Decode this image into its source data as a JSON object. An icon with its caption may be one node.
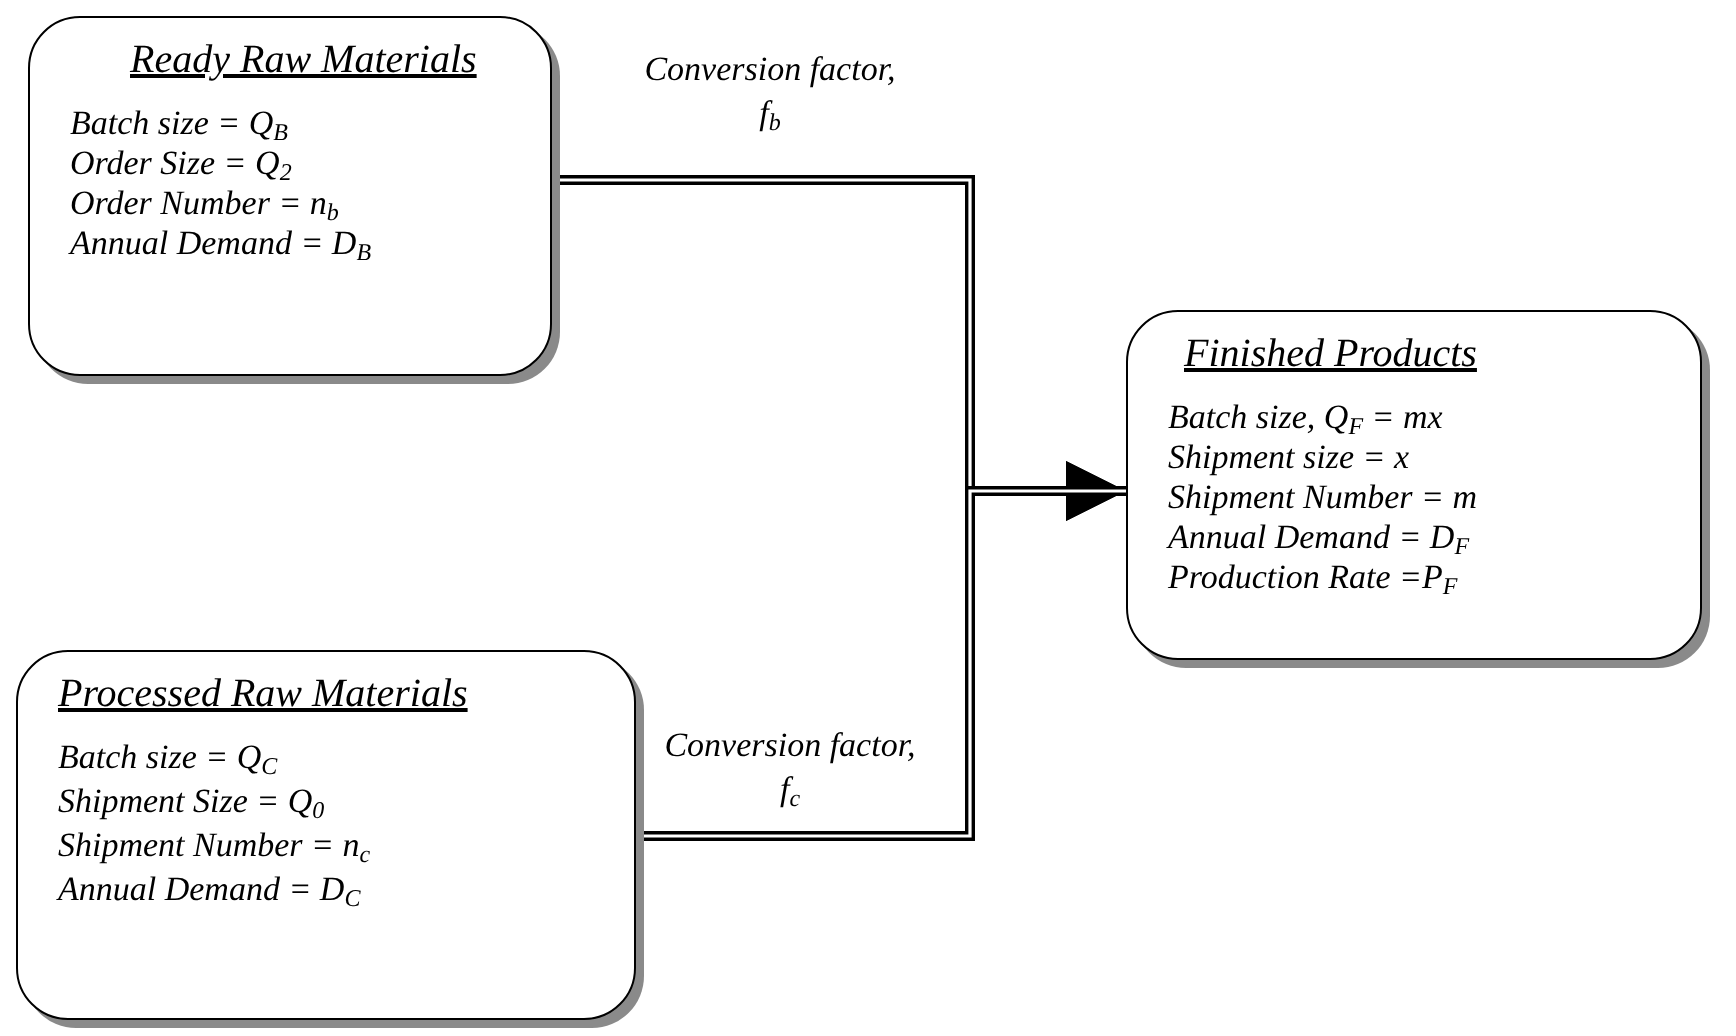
{
  "diagram": {
    "nodes": [
      {
        "text": [
          "Ready Raw Materials",
          "Batch size = Q$_{B}$",
          "Order Size = Q$_{2}$",
          "Order Number = n$_{b}$",
          "Annual Demand = D$_{B}$"
        ]
      },
      {
        "text": [
          "Processed Raw Materials",
          "Batch size = Q$_{C}$",
          "Shipment Size = Q$_{0}$",
          "Shipment Number = n$_{c}$",
          "Annual Demand = D$_{C}$"
        ]
      },
      {
        "text": [
          "Finished Products",
          "Batch size, Q$_{F}$ = mx",
          "Shipment size = x",
          "Shipment Number = m",
          "Annual Demand = D$_{F}$",
          "Production Rate =P$_{F}$"
        ]
      }
    ],
    "edges": [
      {
        "from": 0,
        "to": 2,
        "arrow": "to",
        "label": "Conversion factor, f$_{b}$"
      },
      {
        "from": 1,
        "to": 2,
        "arrow": "to",
        "label": "Conversion factor, f$_{c}$"
      }
    ]
  }
}
